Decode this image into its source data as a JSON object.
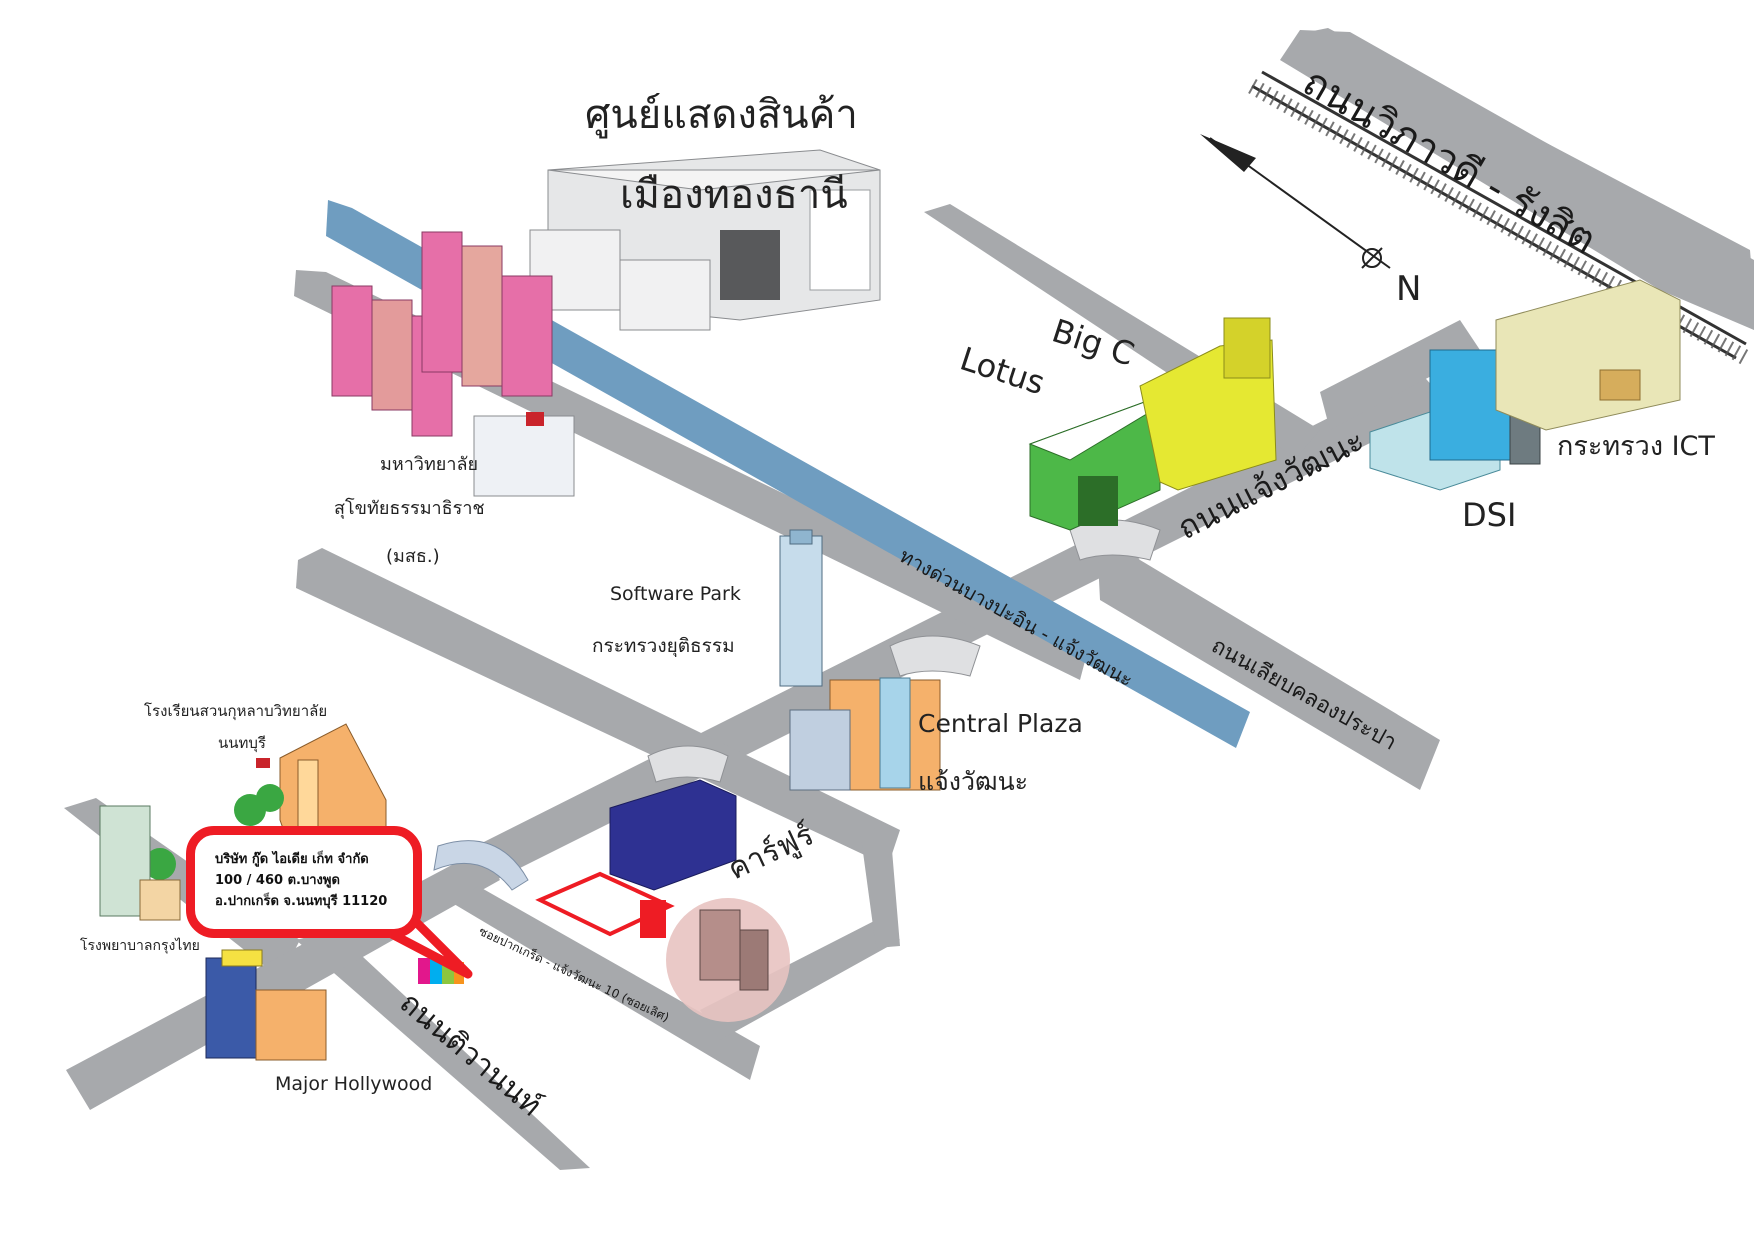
{
  "title": {
    "line1": "ศูนย์แสดงสินค้า",
    "line2": "เมืองทองธานี"
  },
  "compass": {
    "label": "N"
  },
  "roads": {
    "vibhavadi": "ถนนวิภาวดี - รังสิต",
    "chaengwattana": "ถนนแจ้งวัฒนะ",
    "expressway": "ทางด่วนบางปะอิน - แจ้งวัฒนะ",
    "prapa_canal": "ถนนเลียบคลองประปา",
    "tiwanon": "ถนนติวานนท์",
    "soi": "ซอยปากเกร็ด - แจ้งวัฒนะ 10 (ซอยเลิศ)"
  },
  "places": {
    "big_c": "Big C",
    "lotus": "Lotus",
    "ict": "กระทรวง ICT",
    "dsi": "DSI",
    "stou_line1": "มหาวิทยาลัย",
    "stou_line2": "สุโขทัยธรรมาธิราช",
    "stou_line3": "(มสธ.)",
    "software_park": "Software Park",
    "justice": "กระทรวงยุติธรรม",
    "central_line1": "Central Plaza",
    "central_line2": "แจ้งวัฒนะ",
    "carrefour": "คาร์ฟูร์",
    "school_line1": "โรงเรียนสวนกุหลาบวิทยาลัย",
    "school_line2": "นนทบุรี",
    "hospital": "โรงพยาบาลกรุงไทย",
    "major": "Major Hollywood"
  },
  "callout": {
    "line1": "บริษัท กู๊ด ไอเดีย เก็ท จำกัด",
    "line2": "100 / 460 ต.บางพูด",
    "line3": "อ.ปากเกร็ด จ.นนทบุรี 11120"
  },
  "colors": {
    "road": "#a7a9ac",
    "canal": "#6f9dc0",
    "callout_border": "#ee1c24",
    "lotus_green": "#4db848",
    "bigc_yellow": "#e5e832"
  }
}
